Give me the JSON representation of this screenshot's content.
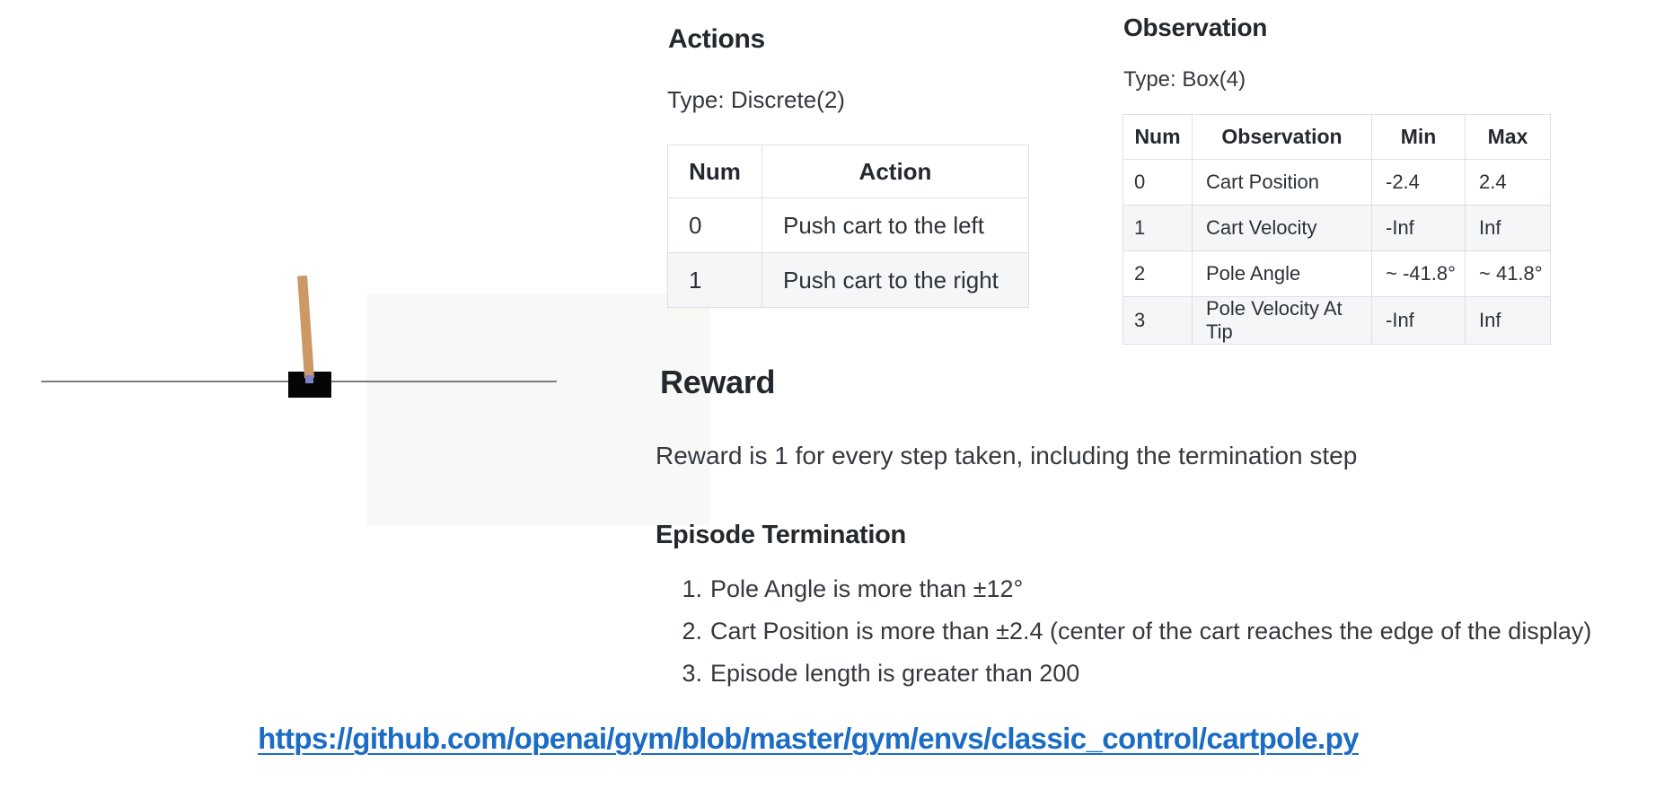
{
  "cartpole_figure": {
    "description": "CartPole environment render: black cart on a horizontal track with a tan pole tilted slightly left on a purple axle",
    "track_color": "#7d7d7d",
    "cart_color": "#050505",
    "pole_color": "#cc9966",
    "axle_color": "#7f7fcc"
  },
  "actions": {
    "heading": "Actions",
    "type_label": "Type: Discrete(2)",
    "table": {
      "headers": [
        "Num",
        "Action"
      ],
      "rows": [
        [
          "0",
          "Push cart to the left"
        ],
        [
          "1",
          "Push cart to the right"
        ]
      ]
    }
  },
  "observation": {
    "heading": "Observation",
    "type_label": "Type: Box(4)",
    "table": {
      "headers": [
        "Num",
        "Observation",
        "Min",
        "Max"
      ],
      "rows": [
        [
          "0",
          "Cart Position",
          "-2.4",
          "2.4"
        ],
        [
          "1",
          "Cart Velocity",
          "-Inf",
          "Inf"
        ],
        [
          "2",
          "Pole Angle",
          "~ -41.8°",
          "~ 41.8°"
        ],
        [
          "3",
          "Pole Velocity At Tip",
          "-Inf",
          "Inf"
        ]
      ]
    }
  },
  "reward": {
    "heading": "Reward",
    "text": "Reward is 1 for every step taken, including the termination step"
  },
  "episode_termination": {
    "heading": "Episode Termination",
    "items": [
      {
        "marker": "1.",
        "text": "Pole Angle is more than ±12°"
      },
      {
        "marker": "2.",
        "text": "Cart Position is more than ±2.4 (center of the cart reaches the edge of the display)"
      },
      {
        "marker": "3.",
        "text": "Episode length is greater than 200"
      }
    ]
  },
  "link": {
    "url_text": "https://github.com/openai/gym/blob/master/gym/envs/classic_control/cartpole.py",
    "color": "#1b6cc4"
  }
}
